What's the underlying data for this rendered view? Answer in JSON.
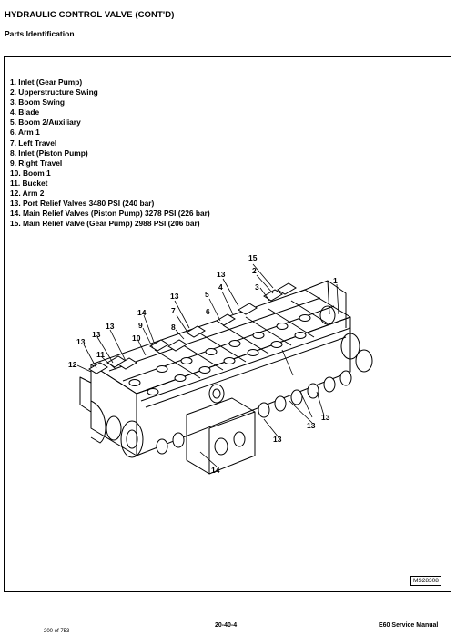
{
  "header": {
    "title": "HYDRAULIC CONTROL VALVE (CONT'D)",
    "subtitle": "Parts Identification"
  },
  "parts": [
    "1. Inlet (Gear Pump)",
    "2. Upperstructure Swing",
    "3. Boom Swing",
    "4. Blade",
    "5. Boom 2/Auxiliary",
    "6. Arm 1",
    "7. Left Travel",
    "8. Inlet (Piston Pump)",
    "9. Right Travel",
    "10. Boom 1",
    "11. Bucket",
    "12. Arm 2",
    "13. Port Relief Valves 3480 PSI (240 bar)",
    "14. Main Relief Valves (Piston Pump) 3278 PSI (226 bar)",
    "15. Main Relief Valve (Gear Pump) 2988 PSI (206 bar)"
  ],
  "callouts": {
    "c1": "1",
    "c2": "2",
    "c3": "3",
    "c4": "4",
    "c5": "5",
    "c6": "6",
    "c7": "7",
    "c8": "8",
    "c9": "9",
    "c10": "10",
    "c11": "11",
    "c12": "12",
    "c13": "13",
    "c14": "14",
    "c15": "15"
  },
  "figure_code": "MS28308",
  "footer": {
    "page_of": "200 of 753",
    "page_number": "20-40-4",
    "manual": "E60  Service Manual"
  }
}
